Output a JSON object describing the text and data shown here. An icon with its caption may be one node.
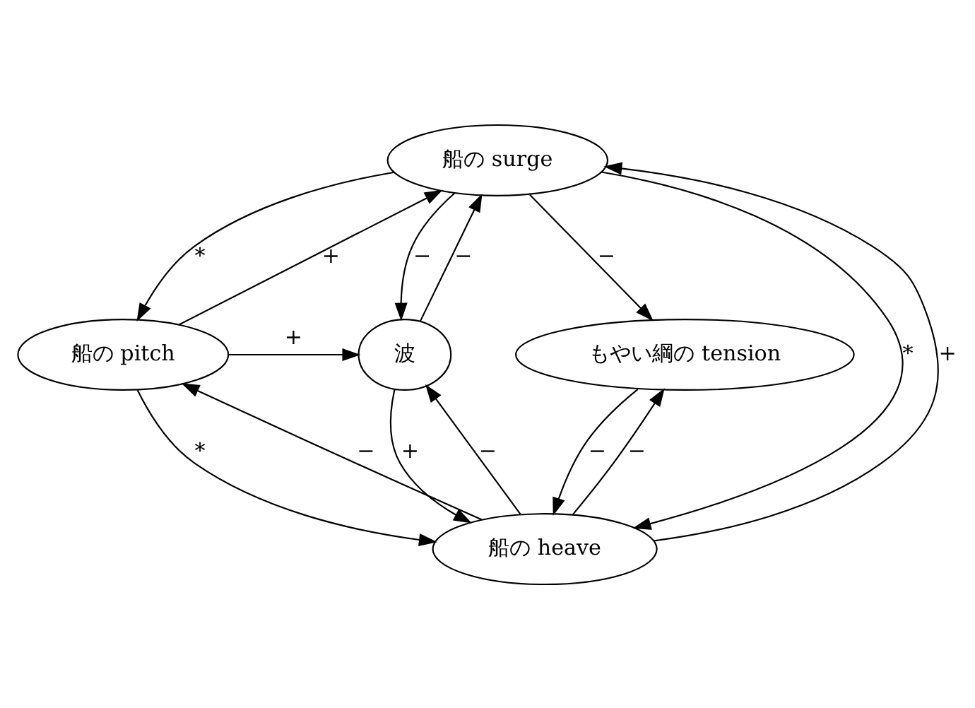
{
  "diagram": {
    "nodes": [
      {
        "text": [
          "船の surge"
        ]
      },
      {
        "text": [
          "波"
        ]
      },
      {
        "text": [
          "船の pitch"
        ]
      },
      {
        "text": [
          "もやい綱の tension"
        ]
      },
      {
        "text": [
          "船の heave"
        ]
      }
    ],
    "edges": [
      {
        "from": 1,
        "to": 0,
        "arrow": "to",
        "label": "−"
      },
      {
        "from": 0,
        "to": 1,
        "arrow": "to",
        "label": "−"
      },
      {
        "from": 0,
        "to": 4,
        "arrow": "to",
        "label": "*"
      },
      {
        "from": 0,
        "to": 2,
        "arrow": "to",
        "label": "*"
      },
      {
        "from": 2,
        "to": 0,
        "arrow": "to",
        "label": "+"
      },
      {
        "from": 0,
        "to": 3,
        "arrow": "to",
        "label": "−"
      },
      {
        "from": 2,
        "to": 1,
        "arrow": "to",
        "label": "+"
      },
      {
        "from": 1,
        "to": 4,
        "arrow": "to",
        "label": "+"
      },
      {
        "from": 4,
        "to": 1,
        "arrow": "to",
        "label": "−"
      },
      {
        "from": 2,
        "to": 4,
        "arrow": "to",
        "label": "*"
      },
      {
        "from": 4,
        "to": 2,
        "arrow": "to",
        "label": "−"
      },
      {
        "from": 4,
        "to": 0,
        "arrow": "to",
        "label": "+"
      },
      {
        "from": 4,
        "to": 3,
        "arrow": "to",
        "label": "−"
      },
      {
        "from": 3,
        "to": 4,
        "arrow": "to",
        "label": "−"
      }
    ]
  }
}
